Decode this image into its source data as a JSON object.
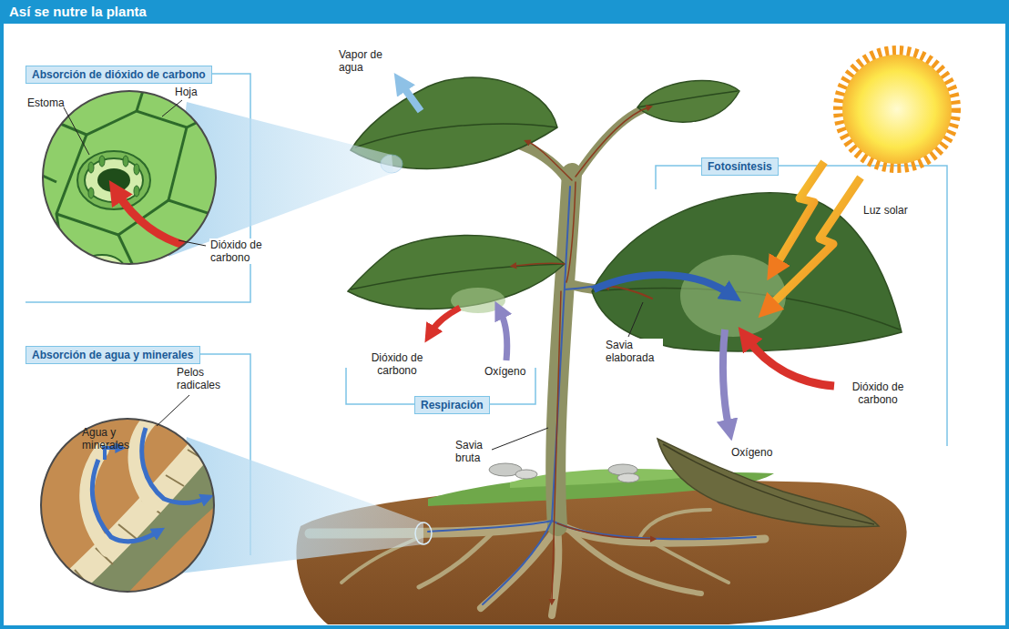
{
  "diagram": {
    "title": "Así se nutre la planta",
    "nodes": [
      {
        "text": [
          "Absorción de dióxido de carbono"
        ]
      },
      {
        "text": [
          "Fotosíntesis"
        ]
      },
      {
        "text": [
          "Absorción de agua y minerales"
        ]
      },
      {
        "text": [
          "Respiración"
        ]
      }
    ],
    "labels": [
      "Vapor de agua",
      "Hoja",
      "Estoma",
      "Luz solar",
      "Dióxido de carbono",
      "Savia elaborada",
      "Dióxido de carbono",
      "Pelos radicales",
      "Oxígeno",
      "Dióxido de carbono",
      "Agua y minerales",
      "Savia bruta",
      "Oxígeno"
    ]
  }
}
